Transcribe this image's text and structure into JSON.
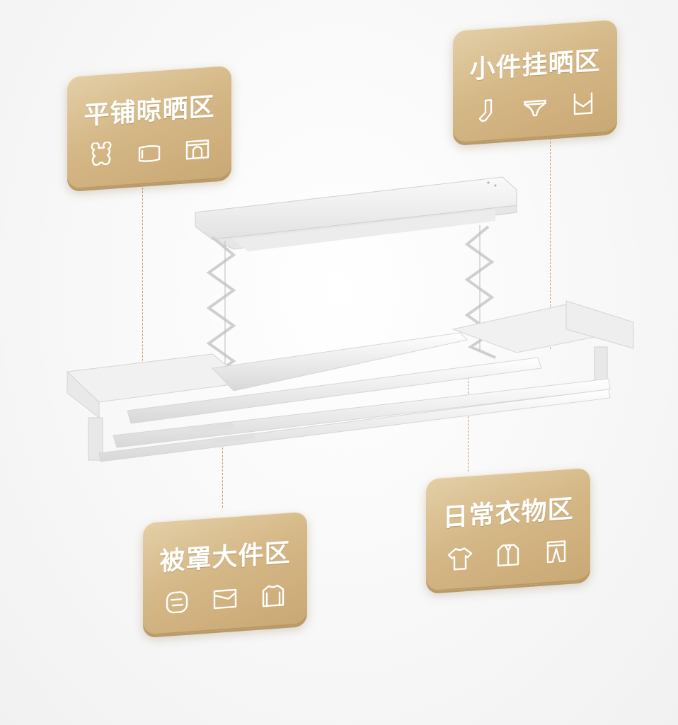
{
  "zones": [
    {
      "id": "flat-dry",
      "title": "平铺晾晒区",
      "icons": [
        "teddy-bear-icon",
        "pillow-icon",
        "boxer-shorts-icon"
      ]
    },
    {
      "id": "small-hang",
      "title": "小件挂晒区",
      "icons": [
        "sock-icon",
        "underwear-icon",
        "bra-icon"
      ]
    },
    {
      "id": "bedding",
      "title": "被罩大件区",
      "icons": [
        "blanket-roll-icon",
        "quilt-cover-icon",
        "sweater-icon"
      ]
    },
    {
      "id": "daily",
      "title": "日常衣物区",
      "icons": [
        "tshirt-icon",
        "shirt-icon",
        "trousers-icon"
      ]
    }
  ],
  "colors": {
    "card_gold": "#d5b887",
    "card_light": "#e3cfa7",
    "connector": "#c9996b",
    "background": "#f7f7f7"
  }
}
